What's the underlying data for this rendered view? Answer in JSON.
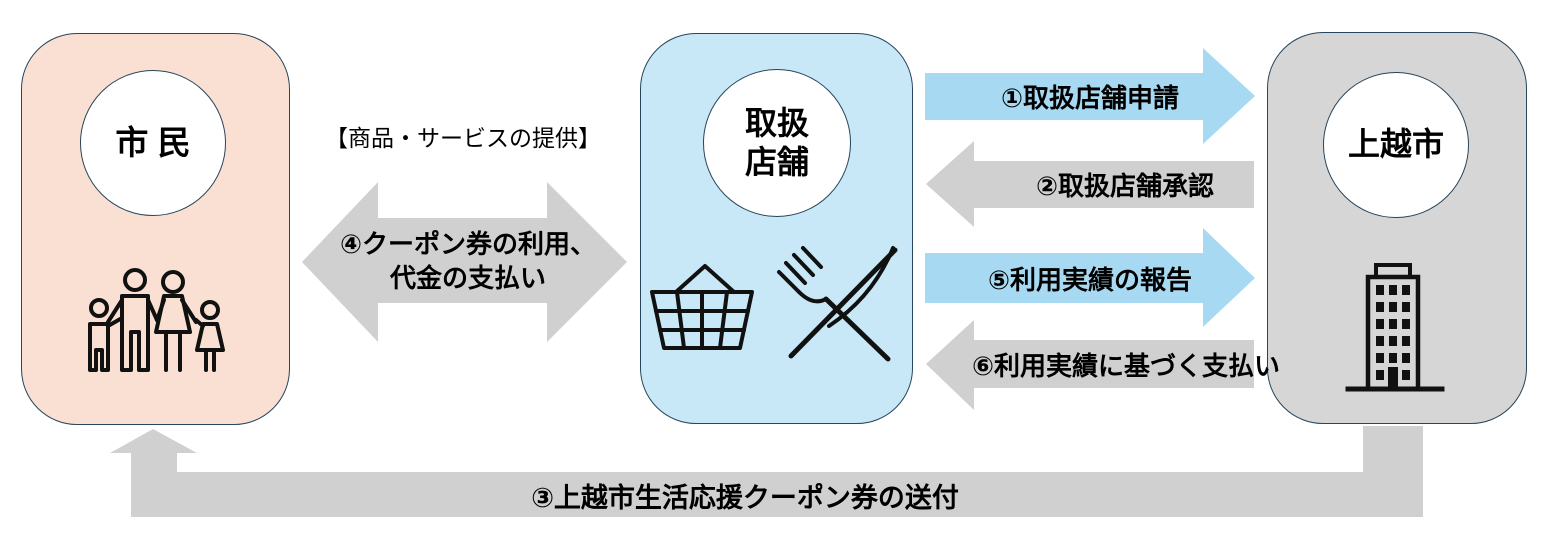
{
  "colors": {
    "background": "#FFFFFF",
    "citizen_fill": "#FAE0D2",
    "store_fill": "#C9E8F7",
    "city_fill": "#D6D6D6",
    "arrow_blue": "#A7DAF2",
    "arrow_gray": "#D0D0D0",
    "outline": "#27455C",
    "text": "#000000"
  },
  "entities": {
    "citizen": {
      "label": "市 民",
      "icon": "family-icon"
    },
    "store": {
      "label_line1": "取扱",
      "label_line2": "店舗",
      "icons": [
        "shopping-basket-icon",
        "fork-knife-icon"
      ]
    },
    "city": {
      "label": "上越市",
      "icon": "office-building-icon"
    }
  },
  "flows": {
    "provide_caption": "【商品・サービスの提供】",
    "step1": "①取扱店舗申請",
    "step2": "②取扱店舗承認",
    "step3": "③上越市生活応援クーポン券の送付",
    "step4_line1": "④クーポン券の利用、",
    "step4_line2": "代金の支払い",
    "step5": "⑤利用実績の報告",
    "step6": "⑥利用実績に基づく支払い"
  }
}
